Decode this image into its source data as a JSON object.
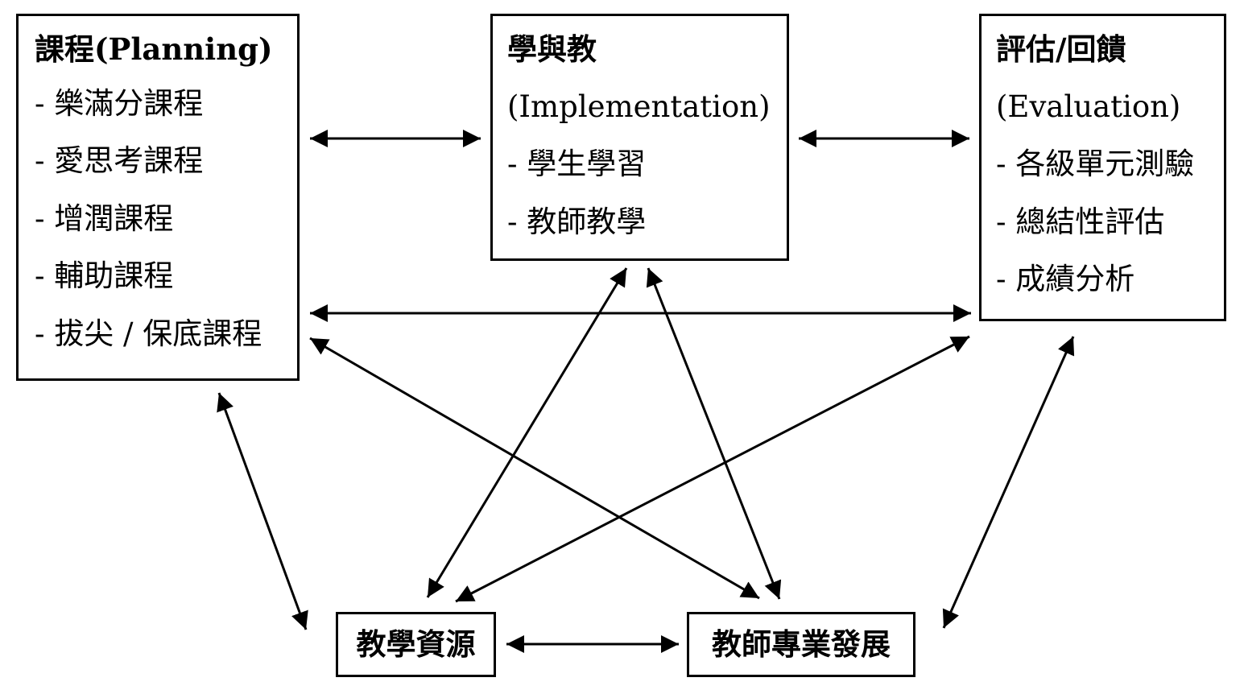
{
  "planning": {
    "title": "課程(Planning)",
    "items": [
      "- 樂滿分課程",
      "- 愛思考課程",
      "- 增潤課程",
      "- 輔助課程",
      "- 拔尖 / 保底課程"
    ]
  },
  "implementation": {
    "title": "學與教",
    "subtitle": "(Implementation)",
    "items": [
      "- 學生學習",
      "- 教師教學"
    ]
  },
  "evaluation": {
    "title": "評估/回饋",
    "subtitle": "(Evaluation)",
    "items": [
      "- 各級單元測驗",
      "- 總結性評估",
      "- 成績分析"
    ]
  },
  "resources": {
    "title": "教學資源"
  },
  "teacher_development": {
    "title": "教師專業發展"
  },
  "colors": {
    "stroke": "#000000",
    "background": "#ffffff"
  }
}
